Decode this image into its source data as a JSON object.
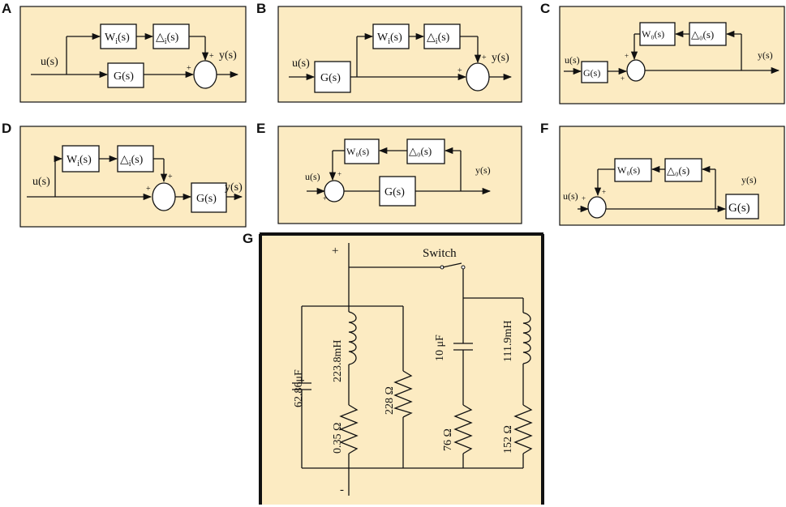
{
  "panels": {
    "A": {
      "letter": "A",
      "u": "u(s)",
      "y": "y(s)",
      "w": "W",
      "w_sub": "i",
      "w_tail": "(s)",
      "d": "△",
      "d_sub": "i",
      "d_tail": "(s)",
      "g": "G(s)",
      "plus": "+"
    },
    "B": {
      "letter": "B",
      "u": "u(s)",
      "y": "y(s)",
      "w": "W",
      "w_sub": "i",
      "w_tail": "(s)",
      "d": "△",
      "d_sub": "i",
      "d_tail": "(s)",
      "g": "G(s)",
      "plus": "+"
    },
    "C": {
      "letter": "C",
      "u": "u(s)",
      "y": "y(s)",
      "w": "W₀(s)",
      "d": "△₀(s)",
      "g": "G(s)",
      "plus": "+"
    },
    "D": {
      "letter": "D",
      "u": "u(s)",
      "y": "y(s)",
      "w": "W",
      "w_sub": "i",
      "w_tail": "(s)",
      "d": "△",
      "d_sub": "i",
      "d_tail": "(s)",
      "g": "G(s)",
      "plus": "+"
    },
    "E": {
      "letter": "E",
      "u": "u(s)",
      "y": "y(s)",
      "w": "W₀(s)",
      "d": "△₀(s)",
      "g": "G(s)",
      "plus": "+"
    },
    "F": {
      "letter": "F",
      "u": "u(s)",
      "y": "y(s)",
      "w": "W₀(s)",
      "d": "△₀(s)",
      "g": "G(s)",
      "plus": "+"
    },
    "G": {
      "letter": "G",
      "plus": "+",
      "minus": "-",
      "switch": "Switch",
      "cap1": "62.86μF",
      "ind1": "223.8mH",
      "res1": "0.35 Ω",
      "res2": "228 Ω",
      "cap2": "10 μF",
      "res3": "76 Ω",
      "ind2": "111.9mH",
      "res4": "152 Ω"
    }
  }
}
